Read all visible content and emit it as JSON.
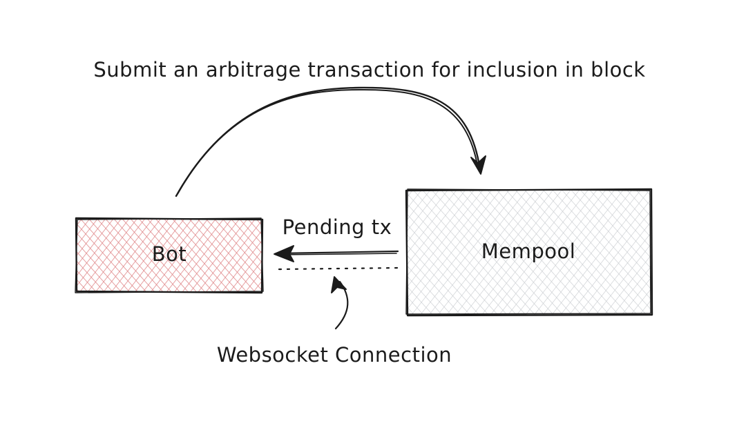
{
  "labels": {
    "submit": "Submit an arbitrage transaction for inclusion in block",
    "pending": "Pending tx",
    "websocket": "Websocket Connection"
  },
  "nodes": {
    "bot": {
      "label": "Bot",
      "fill_color": "#e0888a"
    },
    "mempool": {
      "label": "Mempool",
      "fill_color": "#c9ccd0"
    }
  },
  "colors": {
    "ink": "#1b1b1b",
    "background": "#ffffff"
  }
}
